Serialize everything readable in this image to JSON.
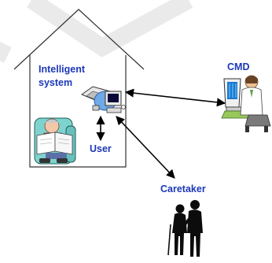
{
  "labels": {
    "intelligent_system_line1": "Intelligent",
    "intelligent_system_line2": "system",
    "user": "User",
    "cmd": "CMD",
    "caretaker": "Caretaker"
  },
  "colors": {
    "label_text": "#1c38b8",
    "house_outline": "#333333",
    "arrow": "#000000",
    "watermark": "#e8e8e8"
  },
  "icons": [
    "house-outline",
    "watermark-chevron",
    "elderly-reader-icon",
    "network-devices-icon",
    "doctor-at-computer-icon",
    "caretaker-silhouette-icon"
  ]
}
